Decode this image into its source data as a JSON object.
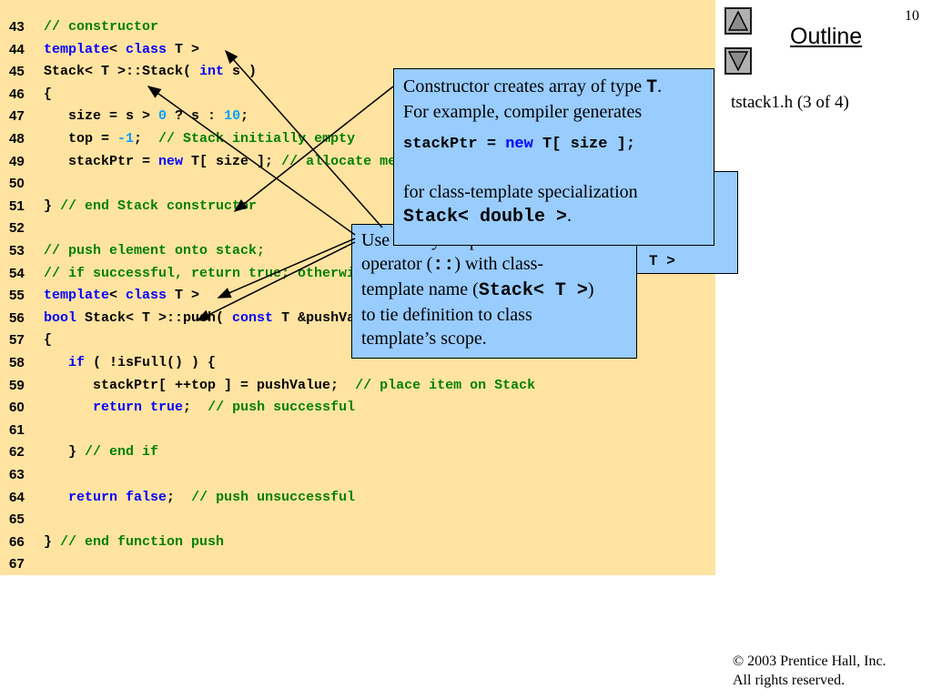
{
  "slide_number": "10",
  "nav": {
    "up": "up-arrow",
    "down": "down-arrow"
  },
  "outline_label": "Outline",
  "file_label": "tstack1.h (3 of 4)",
  "code_lines": [
    {
      "n": "43",
      "parts": [
        {
          "t": "// constructor",
          "c": "cm"
        }
      ]
    },
    {
      "n": "44",
      "parts": [
        {
          "t": "template",
          "c": "kw"
        },
        {
          "t": "< "
        },
        {
          "t": "class",
          "c": "kw"
        },
        {
          "t": " T >"
        }
      ]
    },
    {
      "n": "45",
      "parts": [
        {
          "t": "Stack< T >::Stack( "
        },
        {
          "t": "int",
          "c": "kw"
        },
        {
          "t": " s )"
        }
      ]
    },
    {
      "n": "46",
      "parts": [
        {
          "t": "{"
        }
      ]
    },
    {
      "n": "47",
      "parts": [
        {
          "t": "   size = s > "
        },
        {
          "t": "0",
          "c": "nm"
        },
        {
          "t": " ? s : "
        },
        {
          "t": "10",
          "c": "nm"
        },
        {
          "t": ";"
        }
      ]
    },
    {
      "n": "48",
      "parts": [
        {
          "t": "   top = "
        },
        {
          "t": "-1",
          "c": "nm"
        },
        {
          "t": ";  "
        },
        {
          "t": "// Stack initially empty",
          "c": "cm"
        }
      ]
    },
    {
      "n": "49",
      "parts": [
        {
          "t": "   stackPtr = "
        },
        {
          "t": "new",
          "c": "kw"
        },
        {
          "t": " T[ size ]; "
        },
        {
          "t": "// allocate memory for elements",
          "c": "cm"
        }
      ]
    },
    {
      "n": "50",
      "parts": []
    },
    {
      "n": "51",
      "parts": [
        {
          "t": "} "
        },
        {
          "t": "// end Stack constructor",
          "c": "cm"
        }
      ]
    },
    {
      "n": "52",
      "parts": []
    },
    {
      "n": "53",
      "parts": [
        {
          "t": "// push element onto stack;",
          "c": "cm"
        }
      ]
    },
    {
      "n": "54",
      "parts": [
        {
          "t": "// if successful, return true; otherwise, return false",
          "c": "cm"
        }
      ]
    },
    {
      "n": "55",
      "parts": [
        {
          "t": "template",
          "c": "kw"
        },
        {
          "t": "< "
        },
        {
          "t": "class",
          "c": "kw"
        },
        {
          "t": " T >"
        }
      ]
    },
    {
      "n": "56",
      "parts": [
        {
          "t": "bool",
          "c": "kw"
        },
        {
          "t": " Stack< T >::push( "
        },
        {
          "t": "const",
          "c": "kw"
        },
        {
          "t": " T &pushValue )"
        }
      ]
    },
    {
      "n": "57",
      "parts": [
        {
          "t": "{"
        }
      ]
    },
    {
      "n": "58",
      "parts": [
        {
          "t": "   "
        },
        {
          "t": "if",
          "c": "kw"
        },
        {
          "t": " ( !isFull() ) {"
        }
      ]
    },
    {
      "n": "59",
      "parts": [
        {
          "t": "      stackPtr[ ++top ] = pushValue;  "
        },
        {
          "t": "// place item on Stack",
          "c": "cm"
        }
      ]
    },
    {
      "n": "60",
      "parts": [
        {
          "t": "      "
        },
        {
          "t": "return true",
          "c": "kw"
        },
        {
          "t": ";  "
        },
        {
          "t": "// push successful",
          "c": "cm"
        }
      ]
    },
    {
      "n": "61",
      "parts": []
    },
    {
      "n": "62",
      "parts": [
        {
          "t": "   } "
        },
        {
          "t": "// end if",
          "c": "cm"
        }
      ]
    },
    {
      "n": "63",
      "parts": []
    },
    {
      "n": "64",
      "parts": [
        {
          "t": "   "
        },
        {
          "t": "return false",
          "c": "kw"
        },
        {
          "t": ";  "
        },
        {
          "t": "// push unsuccessful",
          "c": "cm"
        }
      ]
    },
    {
      "n": "65",
      "parts": []
    },
    {
      "n": "66",
      "parts": [
        {
          "t": "} "
        },
        {
          "t": "// end function push",
          "c": "cm"
        }
      ]
    },
    {
      "n": "67",
      "parts": []
    }
  ],
  "callout_ctor": {
    "line1_pre": "Constructor creates array of type ",
    "line1_code": "T",
    "line1_post": ".",
    "line2": "For example, compiler generates",
    "code_a": "stackPtr = ",
    "code_kw": "new",
    "code_b": " T[ size ];",
    "line3": "for class-template specialization",
    "code_spec": "Stack< double >",
    "code_spec_post": "."
  },
  "callout_back": {
    "text": "T >"
  },
  "callout_scope": {
    "line1": "Use binary scope resolution",
    "line2_pre": "operator (",
    "line2_code": "::",
    "line2_post": ") with class-",
    "line3_pre": "template name (",
    "line3_code": "Stack< T >",
    "line3_post": ")",
    "line4": "to tie definition to class",
    "line5": "template’s scope."
  },
  "copyright": {
    "line1": "© 2003 Prentice Hall, Inc.",
    "line2": "All rights reserved."
  },
  "colors": {
    "code_bg": "#ffe3a0",
    "callout_bg": "#99ccff",
    "comment": "#008000",
    "keyword": "#0000ff",
    "number": "#00a0ff"
  }
}
